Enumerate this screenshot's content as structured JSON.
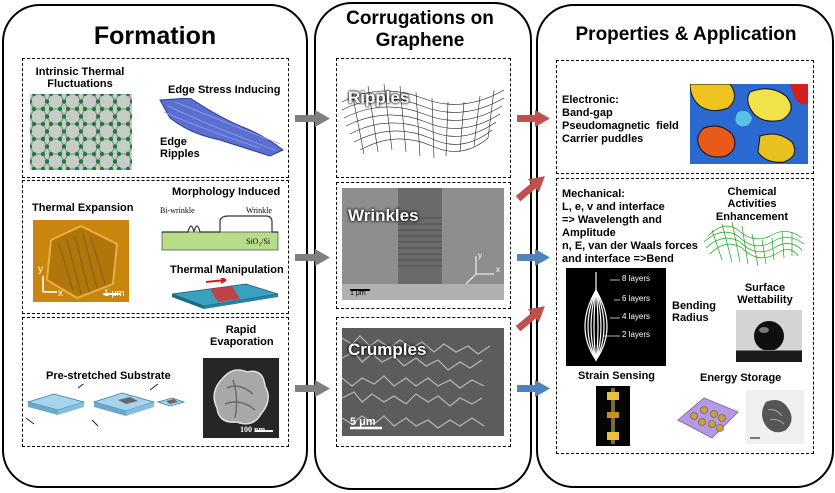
{
  "left": {
    "title": "Formation",
    "box1": {
      "thermal_fluct": "Intrinsic Thermal Fluctuations",
      "edge_stress": "Edge Stress Inducing",
      "edge_ripples": "Edge Ripples"
    },
    "box2": {
      "thermal_expansion": "Thermal Expansion",
      "scale": "1 μm",
      "axis_y": "y",
      "axis_x": "x",
      "morphology": "Morphology Induced",
      "bi_wrinkle": "Bi-wrinkle",
      "wrinkle": "Wrinkle",
      "substrate": "SiO₂/Si",
      "thermal_manip": "Thermal Manipulation"
    },
    "box3": {
      "prestretched": "Pre-stretched Substrate",
      "rapid_evap": "Rapid Evaporation",
      "scale": "100 nm"
    }
  },
  "middle": {
    "title": "Corrugations on Graphene",
    "ripples": "Ripples",
    "wrinkles": "Wrinkles",
    "wrinkles_scale": "1 μm",
    "axis_y": "y",
    "axis_x": "x",
    "crumples": "Crumples",
    "crumples_scale": "5 μm"
  },
  "right": {
    "title": "Properties & Application",
    "electronic": {
      "heading": "Electronic:",
      "lines": [
        "Band-gap",
        "Pseudomagnetic  field",
        "Carrier puddles"
      ]
    },
    "mechanical": {
      "heading": "Mechanical:",
      "lines": [
        "L, e, v and interface",
        "=> Wavelength and",
        "Amplitude",
        "n, E, van der Waals forces",
        "and interface =>Bend"
      ]
    },
    "chemical": "Chemical Activities Enhancement",
    "bending": "Bending Radius",
    "layers": [
      "8 layers",
      "6 layers",
      "4 layers",
      "2 layers"
    ],
    "wettability": "Surface Wettability",
    "strain": "Strain Sensing",
    "energy": "Energy Storage"
  },
  "colors": {
    "grey_arrow": "#7f7f7f",
    "red_arrow": "#c0504d",
    "blue_arrow": "#4f81bd"
  }
}
